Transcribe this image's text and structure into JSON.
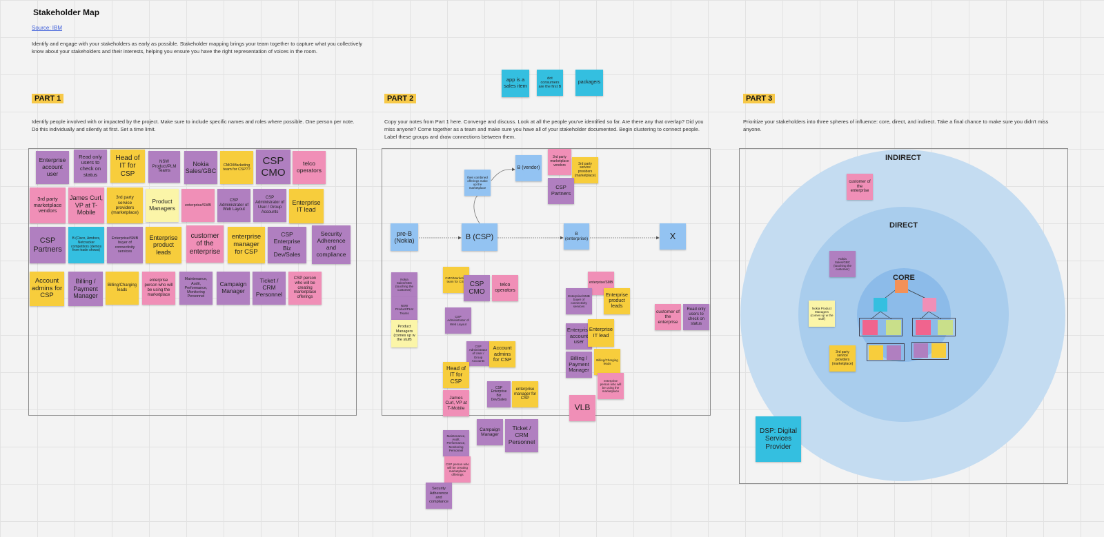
{
  "header": {
    "title": "Stakeholder Map",
    "source": "Source: IBM",
    "intro": "Identify and engage with your stakeholders as early as possible. Stakeholder mapping brings your team together to capture what you collectively know about your stakeholders and their interests, helping you ensure you have the right representation of voices in the room."
  },
  "top_notes": [
    "app is a sales item",
    "dot consumers are the first B",
    "packagers"
  ],
  "part1": {
    "label": "PART 1",
    "desc": "Identify people involved with or impacted by the project. Make sure to include specific names and roles where possible. One person per note. Do this individually and silently at first. Set a time limit.",
    "notes": [
      "Enterprise account user",
      "Read only users to check on status",
      "Head of IT for CSP",
      "NSW Product/PLM Teams",
      "Nokia Sales/GBC",
      "CMO/Marketing team for CSP??",
      "CSP CMO",
      "telco operators",
      "3rd party marketplace vendors",
      "James Curl, VP at T-Mobile",
      "3rd party service providers (marketplace)",
      "Product Managers",
      "enterprise/SMB",
      "CSP Administrator of Web Layout",
      "CSP Administrator of User / Group Accounts",
      "Enterprise IT lead",
      "CSP Partners",
      "B (Cisco, Amdocs, Netcracker competitors (demos from trade shows)",
      "Enterprise/SMB buyer of connectivity services",
      "Enterprise product leads",
      "customer of the enterprise",
      "enterprise manager for CSP",
      "CSP Enterprise Biz Dev/Sales",
      "Security Adherence and compliance",
      "Account admins for CSP",
      "Billing / Payment Manager",
      "Billing/Charging leads",
      "enterprise person who will be using the marketplace",
      "Maintenance, Audit, Performance, Monitoring Personnel",
      "Campaign Manager",
      "Ticket / CRM Personnel",
      "CSP person who will be creating marketplace offerings"
    ]
  },
  "part2": {
    "label": "PART 2",
    "desc": "Copy your notes from Part 1 here. Converge and discuss. Look at all the people you've identified so far. Are there any that overlap? Did you miss anyone? Come together as a team and make sure you have all of your stakeholder documented. Begin clustering to connect people. Label these groups and draw connections between them.",
    "flow": {
      "pre_b": "pre-B (Nokia)",
      "b_csp": "B (CSP)",
      "b_enterprise": "B (enterprise)",
      "x": "X",
      "b_vendor": "B (vendor)",
      "offerings": "their combined offerings make up the marketplace"
    },
    "notes": [
      "3rd party marketplace vendors",
      "3rd party service providers (marketplace)",
      "CSP Partners",
      "Nokia Sales/GBC (touching the customer)",
      "NSW Product/PLM Teams",
      "Product Managers (comes up w the stuff)",
      "CMO/Marketing team for CSP",
      "CSP CMO",
      "telco operators",
      "CSP Administrator of Web Layout",
      "CSP Administrator of User / Group Accounts",
      "Account admins for CSP",
      "Head of IT for CSP",
      "James Curl, VP at T-Mobile",
      "CSP Enterprise Biz Dev/Sales",
      "enterprise manager for CSP",
      "Maintenance, Audit, Performance, Monitoring Personnel",
      "Campaign Manager",
      "Ticket / CRM Personnel",
      "CSP person who will be creating marketplace offerings",
      "Security Adherence and compliance",
      "enterprise/SMB",
      "Enterprise/SMB buyer of connectivity services",
      "Enterprise product leads",
      "Enterprise account user",
      "Enterprise IT lead",
      "Billing / Payment Manager",
      "Billing/Charging leads",
      "enterprise person who will be using the marketplace",
      "VLB",
      "customer of the enterprise",
      "Read only users to check on status"
    ]
  },
  "part3": {
    "label": "PART 3",
    "desc": "Prioritize your stakeholders into three spheres of influence: core, direct, and indirect. Take a final chance to make sure you didn't miss anyone.",
    "rings": [
      "INDIRECT",
      "DIRECT",
      "CORE"
    ],
    "notes": [
      "customer of the enterprise",
      "Nokia Sales/GBC (touching the customer)",
      "Nokia Product Managers (comes up w the stuff)",
      "3rd party service providers (marketplace)",
      "DSP: Digital Services Provider"
    ]
  },
  "colors": {
    "yellow": "#f7cd3c",
    "light_yellow": "#fbf5a8",
    "purple": "#b07fc0",
    "pink": "#f08fb7",
    "cyan": "#34bfe0",
    "light_blue": "#93c3f2"
  }
}
